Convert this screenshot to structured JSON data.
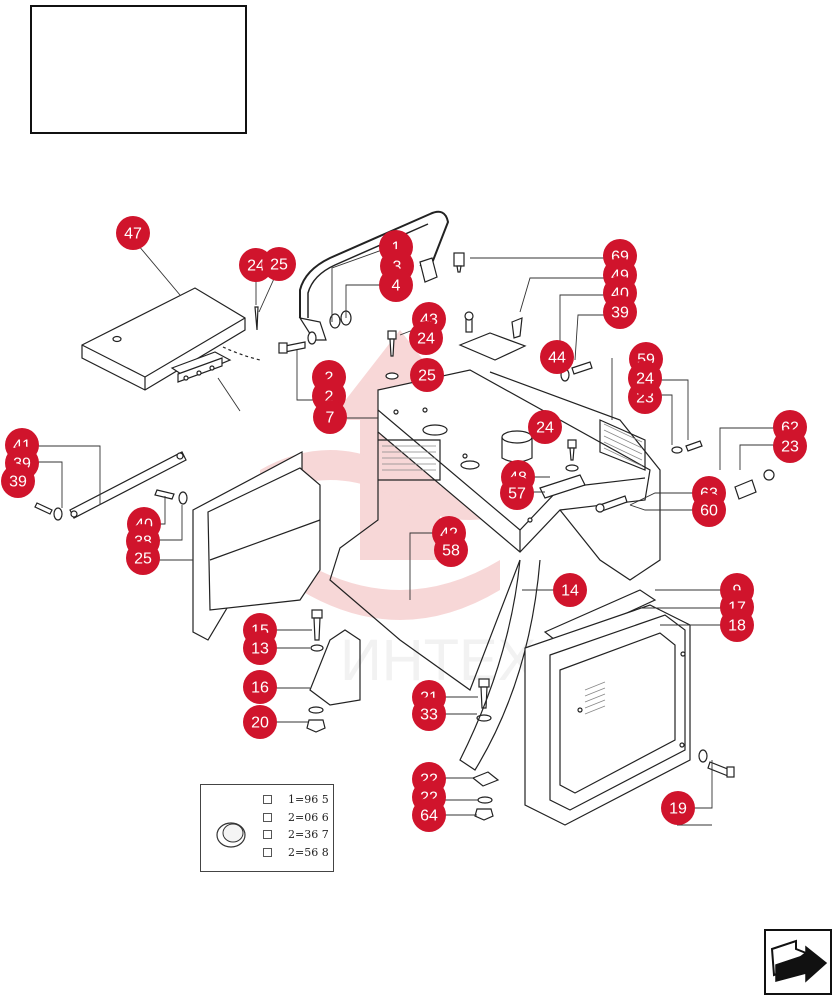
{
  "colors": {
    "callout_fill": "#d0142c",
    "callout_text": "#ffffff",
    "line": "#222222",
    "watermark": "#f2b7b7"
  },
  "watermark_text": "ИНТЕХ",
  "callouts": [
    "47",
    "24",
    "25",
    "1",
    "3",
    "4",
    "69",
    "49",
    "40",
    "39",
    "43",
    "24",
    "44",
    "59",
    "2",
    "2",
    "7",
    "25",
    "24",
    "23",
    "24",
    "62",
    "23",
    "41",
    "39",
    "39",
    "40",
    "38",
    "25",
    "48",
    "57",
    "63",
    "60",
    "42",
    "58",
    "14",
    "15",
    "13",
    "16",
    "20",
    "21",
    "33",
    "22",
    "22",
    "64",
    "9",
    "17",
    "18",
    "19"
  ],
  "kit_table": {
    "rows": [
      {
        "code": "1=96",
        "qty": "5"
      },
      {
        "code": "2=06",
        "qty": "6"
      },
      {
        "code": "2=36",
        "qty": "7"
      },
      {
        "code": "2=56",
        "qty": "8"
      }
    ]
  },
  "navigation": {
    "icon": "next-page-arrow-icon"
  }
}
